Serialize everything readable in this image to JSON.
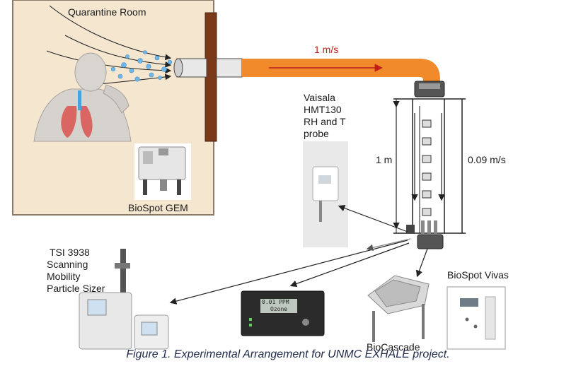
{
  "labels": {
    "room": "Quarantine Room",
    "gem": "BioSpot GEM",
    "velocity_pipe": "1 m/s",
    "vaisala": [
      "Vaisala",
      "HMT130",
      "RH and T",
      "probe"
    ],
    "length": "1 m",
    "velocity_chamber": "0.09 m/s",
    "tsi": [
      "TSI 3938",
      "Scanning",
      "Mobility",
      "Particle Sizer"
    ],
    "vivas": "BioSpot Vivas",
    "cascade": "BioCascade",
    "ozone_display": "0.01 PPM",
    "ozone_word": "Ozone"
  },
  "caption": "Figure 1. Experimental Arrangement for UNMC EXHALE project.",
  "colors": {
    "room_bg": "#f5e6cf",
    "room_border": "#8a7a6a",
    "wall": "#7a3a1a",
    "pipe": "#f08a2a",
    "arrow_red": "#c0201a",
    "lung": "#d9534f",
    "droplet": "#6fb7e8"
  }
}
